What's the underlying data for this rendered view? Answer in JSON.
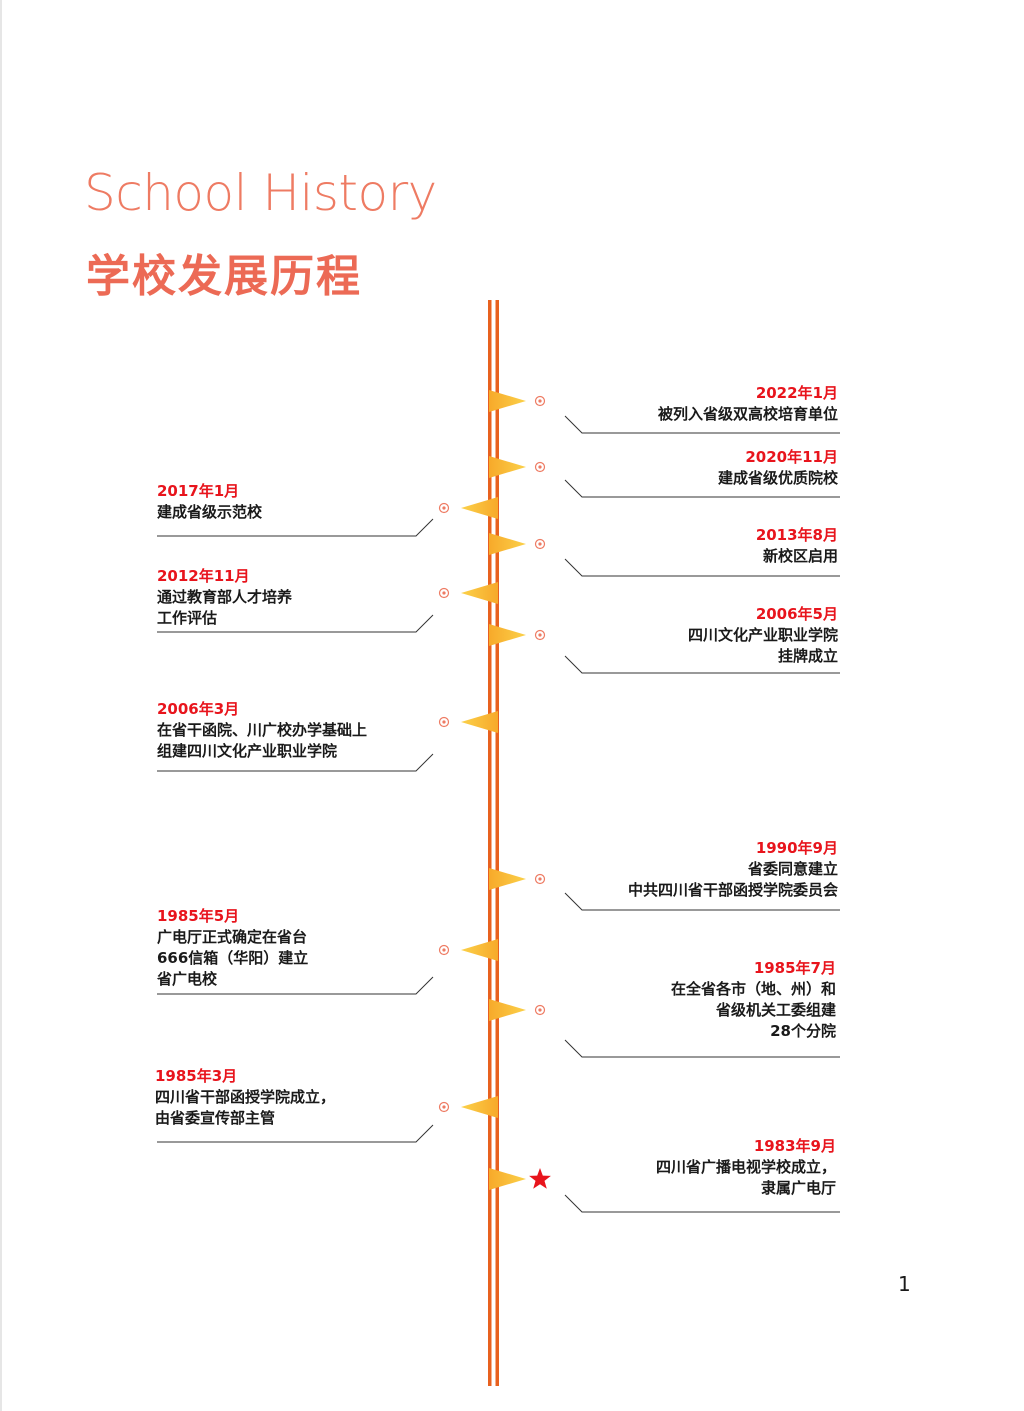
{
  "header": {
    "title_en": "School History",
    "title_cn": "学校发展历程"
  },
  "colors": {
    "accent": "#ec6a55",
    "date_red": "#e8141c",
    "spine_orange": "#e8611f",
    "flag_yellow": "#f7b52c"
  },
  "events": [
    {
      "date": "2022年1月",
      "desc": "被列入省级双高校培育单位"
    },
    {
      "date": "2020年11月",
      "desc": "建成省级优质院校"
    },
    {
      "date": "2017年1月",
      "desc": "建成省级示范校"
    },
    {
      "date": "2013年8月",
      "desc": "新校区启用"
    },
    {
      "date": "2012年11月",
      "desc": "通过教育部人才培养\n工作评估"
    },
    {
      "date": "2006年5月",
      "desc": "四川文化产业职业学院\n挂牌成立"
    },
    {
      "date": "2006年3月",
      "desc": "在省干函院、川广校办学基础上\n组建四川文化产业职业学院"
    },
    {
      "date": "1990年9月",
      "desc": "省委同意建立\n中共四川省干部函授学院委员会"
    },
    {
      "date": "1985年5月",
      "desc": "广电厅正式确定在省台\n666信箱（华阳）建立\n省广电校"
    },
    {
      "date": "1985年7月",
      "desc": "在全省各市（地、州）和\n省级机关工委组建\n28个分院"
    },
    {
      "date": "1985年3月",
      "desc": "四川省干部函授学院成立，\n由省委宣传部主管"
    },
    {
      "date": "1983年9月",
      "desc": "四川省广播电视学校成立，\n隶属广电厅"
    }
  ],
  "page_number": "1"
}
